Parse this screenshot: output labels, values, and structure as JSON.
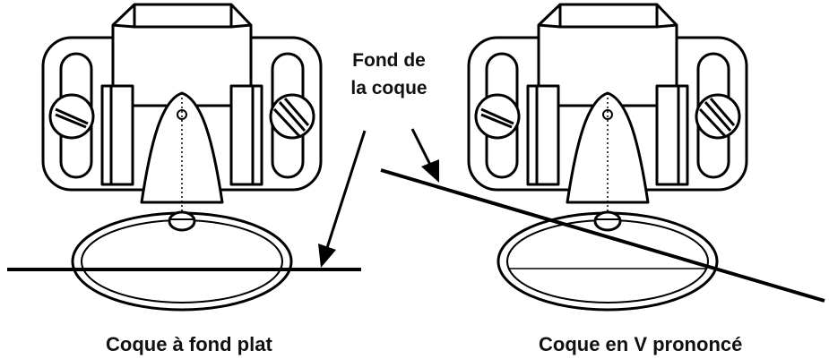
{
  "hull_label": {
    "line1": "Fond de",
    "line2": "la coque"
  },
  "captions": {
    "flat": "Coque à fond plat",
    "deep_v": "Coque en V prononcé"
  }
}
